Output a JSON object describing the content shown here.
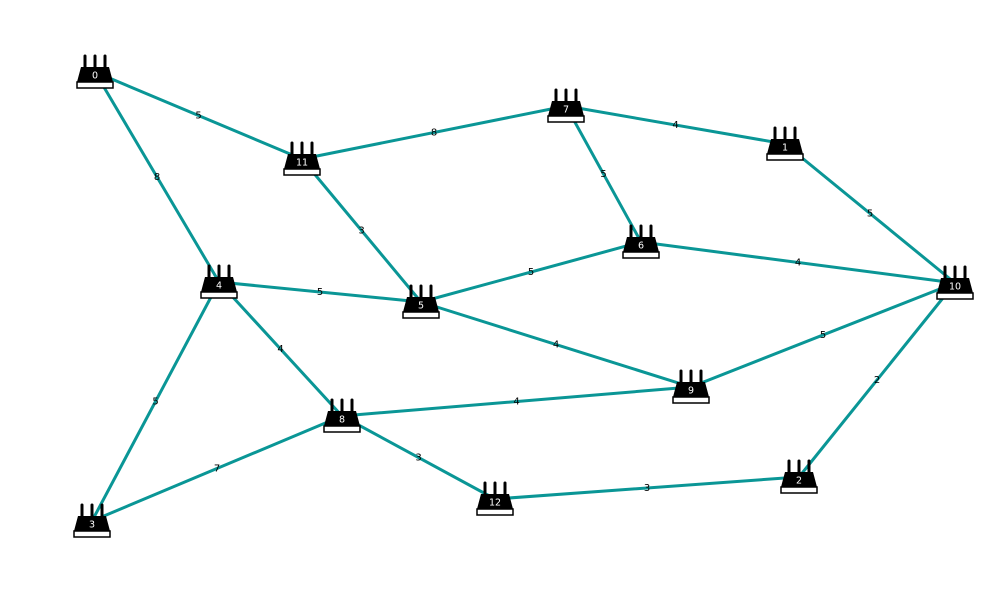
{
  "diagram": {
    "type": "network-graph",
    "edge_color": "#0a9696",
    "node_icon": "router-icon",
    "nodes": [
      {
        "id": "0",
        "label": "0"
      },
      {
        "id": "1",
        "label": "1"
      },
      {
        "id": "2",
        "label": "2"
      },
      {
        "id": "3",
        "label": "3"
      },
      {
        "id": "4",
        "label": "4"
      },
      {
        "id": "5",
        "label": "5"
      },
      {
        "id": "6",
        "label": "6"
      },
      {
        "id": "7",
        "label": "7"
      },
      {
        "id": "8",
        "label": "8"
      },
      {
        "id": "9",
        "label": "9"
      },
      {
        "id": "10",
        "label": "10"
      },
      {
        "id": "11",
        "label": "11"
      },
      {
        "id": "12",
        "label": "12"
      }
    ],
    "edges": [
      {
        "source": "0",
        "target": "11",
        "weight": "5"
      },
      {
        "source": "0",
        "target": "4",
        "weight": "8"
      },
      {
        "source": "11",
        "target": "7",
        "weight": "8"
      },
      {
        "source": "11",
        "target": "5",
        "weight": "3"
      },
      {
        "source": "7",
        "target": "1",
        "weight": "4"
      },
      {
        "source": "7",
        "target": "6",
        "weight": "5"
      },
      {
        "source": "1",
        "target": "10",
        "weight": "5"
      },
      {
        "source": "6",
        "target": "10",
        "weight": "4"
      },
      {
        "source": "6",
        "target": "5",
        "weight": "5"
      },
      {
        "source": "4",
        "target": "5",
        "weight": "5"
      },
      {
        "source": "4",
        "target": "8",
        "weight": "4"
      },
      {
        "source": "4",
        "target": "3",
        "weight": "5"
      },
      {
        "source": "5",
        "target": "9",
        "weight": "4"
      },
      {
        "source": "10",
        "target": "9",
        "weight": "5"
      },
      {
        "source": "10",
        "target": "2",
        "weight": "2"
      },
      {
        "source": "8",
        "target": "9",
        "weight": "4"
      },
      {
        "source": "8",
        "target": "3",
        "weight": "7"
      },
      {
        "source": "8",
        "target": "12",
        "weight": "3"
      },
      {
        "source": "12",
        "target": "2",
        "weight": "3"
      }
    ]
  }
}
